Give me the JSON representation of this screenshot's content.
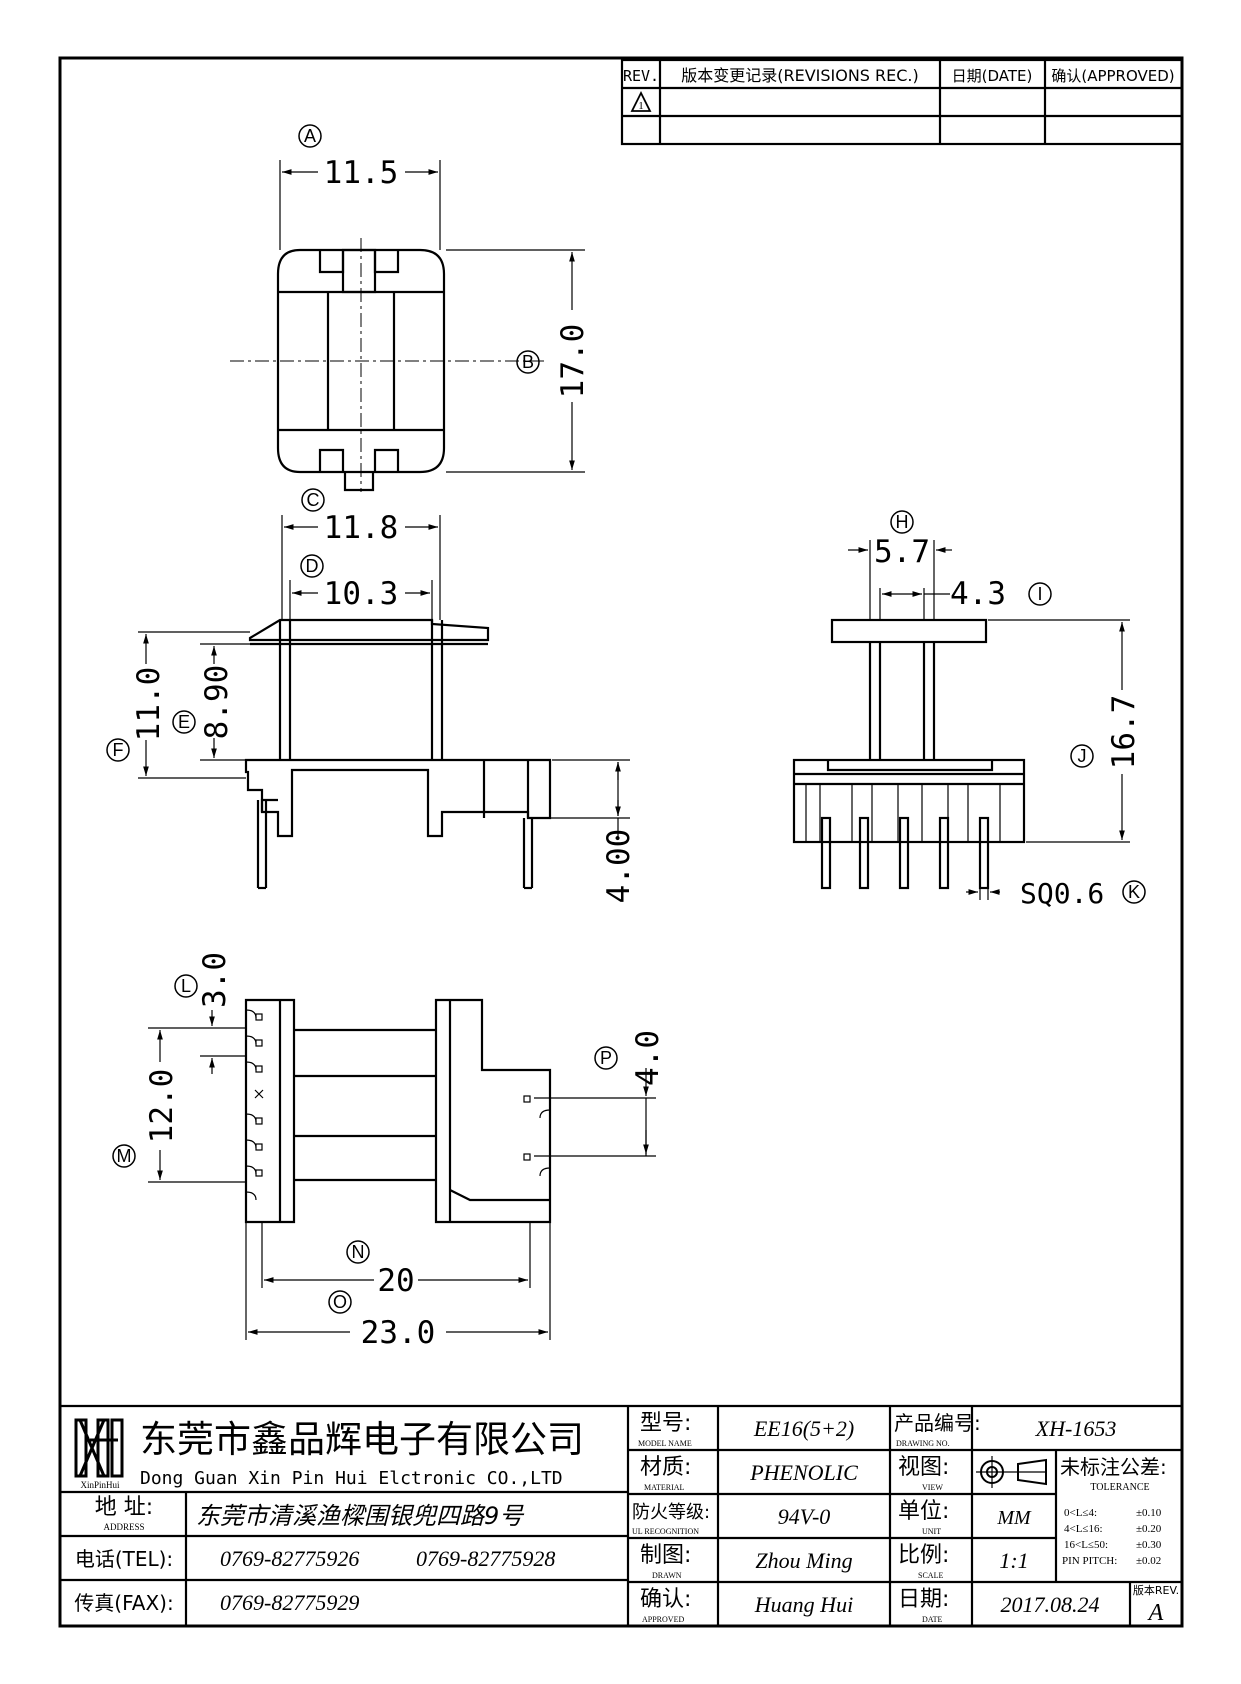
{
  "revision_table": {
    "rev_header": "REV.",
    "record_header": "版本变更记录(REVISIONS REC.)",
    "date_header": "日期(DATE)",
    "approved_header": "确认(APPROVED)",
    "rev_symbol": "1"
  },
  "dimensions": {
    "A": "11.5",
    "B": "17.0",
    "C": "11.8",
    "D": "10.3",
    "E": "8.90",
    "F": "11.0",
    "G": "4.00",
    "H": "5.7",
    "I": "4.3",
    "J": "16.7",
    "K": "SQ0.6",
    "L": "3.0",
    "M": "12.0",
    "N": "20",
    "O": "23.0",
    "P": "4.0"
  },
  "labels": {
    "A": "A",
    "B": "B",
    "C": "C",
    "D": "D",
    "E": "E",
    "F": "F",
    "H": "H",
    "I": "I",
    "J": "J",
    "K": "K",
    "L": "L",
    "M": "M",
    "N": "N",
    "O": "O",
    "P": "P"
  },
  "title_block": {
    "logo_text": "XinPinHui",
    "company_cn": "东莞市鑫品辉电子有限公司",
    "company_en": "Dong Guan Xin Pin Hui Elctronic CO.,LTD",
    "address_label": "地 址:",
    "address_label_en": "ADDRESS",
    "address": "东莞市清溪渔樑围银兜四路9号",
    "tel_label": "电话(TEL):",
    "tel1": "0769-82775926",
    "tel2": "0769-82775928",
    "fax_label": "传真(FAX):",
    "fax": "0769-82775929",
    "model_label": "型号:",
    "model_label_en": "MODEL NAME",
    "model": "EE16(5+2)",
    "material_label": "材质:",
    "material_label_en": "MATERIAL",
    "material": "PHENOLIC",
    "flame_label": "防火等级:",
    "flame_label_en": "UL RECOGNITION",
    "flame": "94V-0",
    "drawn_label": "制图:",
    "drawn_label_en": "DRAWN",
    "drawn": "Zhou Ming",
    "approved_label": "确认:",
    "approved_label_en": "APPROVED",
    "approved": "Huang Hui",
    "drawing_no_label": "产品编号:",
    "drawing_no_label_en": "DRAWING NO.",
    "drawing_no": "XH-1653",
    "view_label": "视图:",
    "view_label_en": "VIEW",
    "unit_label": "单位:",
    "unit_label_en": "UNIT",
    "unit": "MM",
    "scale_label": "比例:",
    "scale_label_en": "SCALE",
    "scale": "1:1",
    "date_label": "日期:",
    "date_label_en": "DATE",
    "date": "2017.08.24",
    "tolerance_label": "未标注公差:",
    "tolerance_label_en": "TOLERANCE",
    "tolerances": [
      {
        "range": "0<L≤4:",
        "value": "±0.10"
      },
      {
        "range": "4<L≤16:",
        "value": "±0.20"
      },
      {
        "range": "16<L≤50:",
        "value": "±0.30"
      },
      {
        "range": "PIN PITCH:",
        "value": "±0.02"
      }
    ],
    "rev_label": "版本REV.",
    "rev": "A"
  }
}
